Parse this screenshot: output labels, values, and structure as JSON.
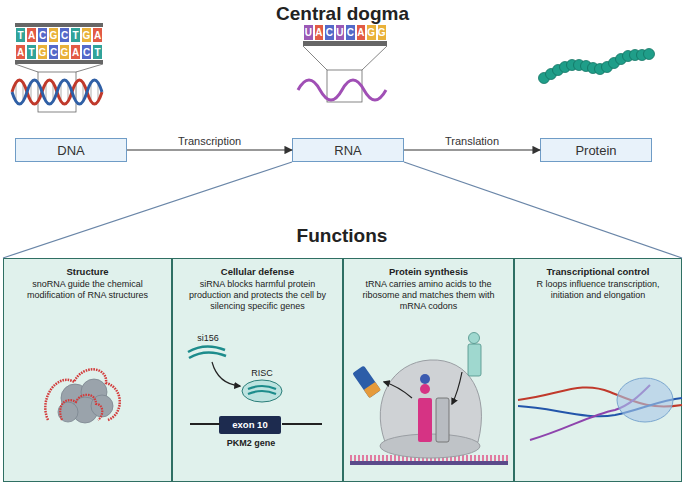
{
  "diagram": {
    "title": "Central dogma",
    "nodes": [
      {
        "text": [
          "DNA"
        ]
      },
      {
        "text": [
          "RNA"
        ]
      },
      {
        "text": [
          "Protein"
        ]
      },
      {
        "text": [
          "Structure",
          "snoRNA guide the chemical modification of RNA structures"
        ]
      },
      {
        "text": [
          "Cellular defense",
          "siRNA blocks harmful protein production and protects the cell by silencing specific genes"
        ]
      },
      {
        "text": [
          "Protein synthesis",
          "tRNA carries amino acids to the ribosome and matches them with mRNA codons"
        ]
      },
      {
        "text": [
          "Transcriptional control",
          "R loops influence transcription, initiation and elongation"
        ]
      },
      {
        "text": [
          "exon 10"
        ],
        "in": 4
      }
    ],
    "edges": [
      {
        "from": 0,
        "to": 1,
        "label": "Transcription",
        "arrow": "to"
      },
      {
        "from": 1,
        "to": 2,
        "label": "Translation",
        "arrow": "to"
      }
    ],
    "labels": [
      "Functions",
      "T",
      "A",
      "C",
      "G",
      "C",
      "T",
      "G",
      "A",
      "A",
      "T",
      "G",
      "C",
      "G",
      "A",
      "C",
      "T",
      "U",
      "A",
      "C",
      "U",
      "C",
      "A",
      "G",
      "G",
      "si156",
      "RISC",
      "PKM2 gene"
    ]
  }
}
